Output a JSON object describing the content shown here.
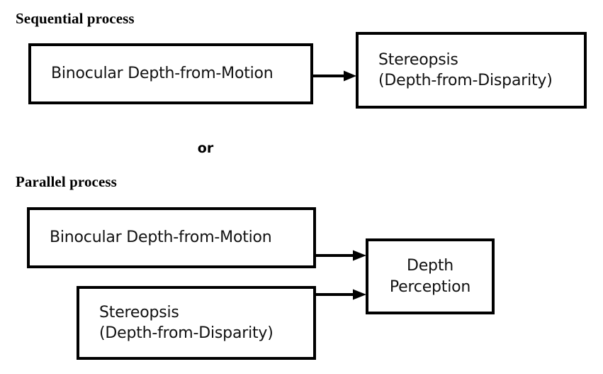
{
  "diagram": {
    "title_sequential": "Sequential process",
    "title_parallel": "Parallel process",
    "connector": "or",
    "sequential": {
      "source_box": {
        "line1": "Binocular Depth-from-Motion"
      },
      "target_box": {
        "line1": "Stereopsis",
        "line2": "(Depth-from-Disparity)"
      },
      "arrow_label": "arrow-right"
    },
    "parallel": {
      "source_box_1": {
        "line1": "Binocular Depth-from-Motion"
      },
      "source_box_2": {
        "line1": "Stereopsis",
        "line2": "(Depth-from-Disparity)"
      },
      "target_box": {
        "line1": "Depth",
        "line2": "Perception"
      },
      "arrow_label_top": "arrow-right",
      "arrow_label_bottom": "arrow-right"
    },
    "colors": {
      "stroke": "#000000",
      "background": "#ffffff",
      "text": "#111111"
    }
  }
}
